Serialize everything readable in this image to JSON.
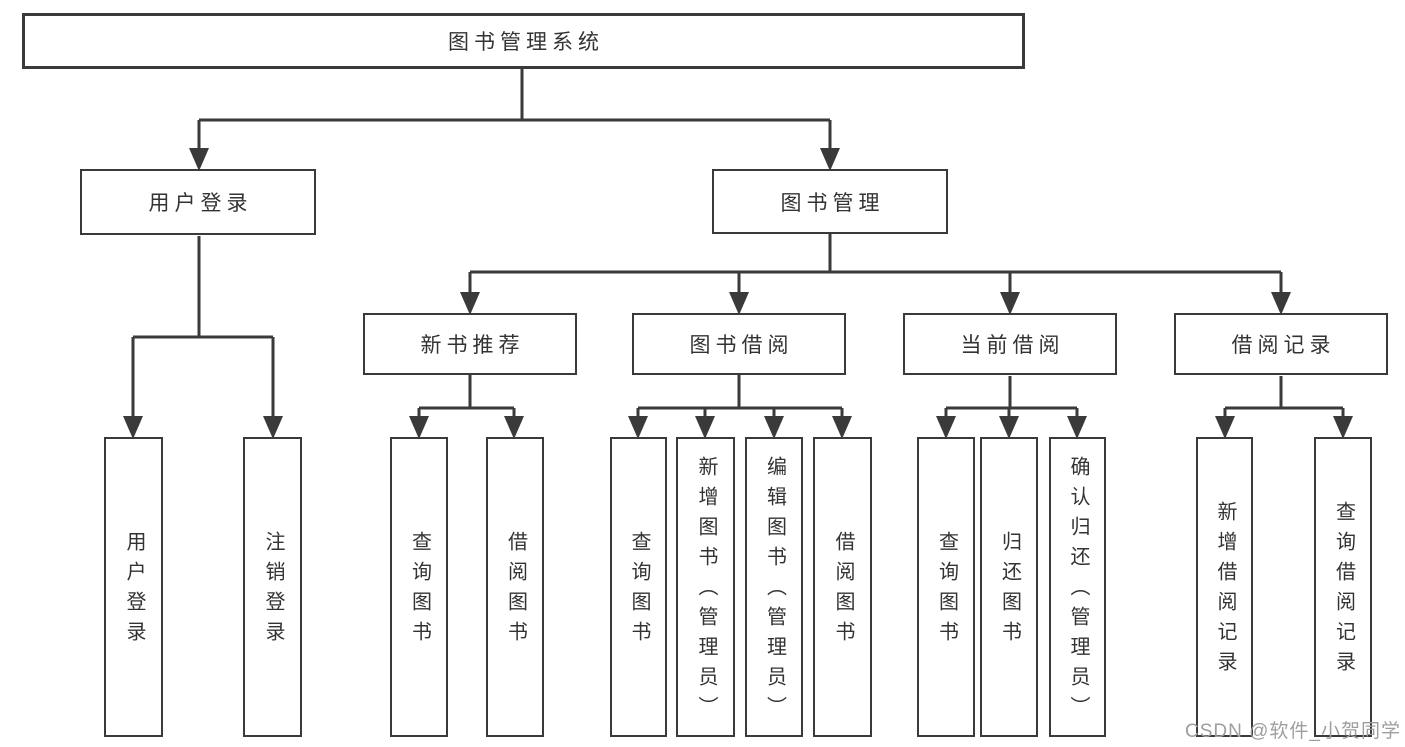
{
  "diagram_title": "图书管理系统",
  "nodes": {
    "root": {
      "label": "图书管理系统"
    },
    "user_login": {
      "label": "用户登录",
      "children": {
        "login": {
          "label": "用户登录"
        },
        "logout": {
          "label": "注销登录"
        }
      }
    },
    "book_mgmt": {
      "label": "图书管理",
      "children": {
        "new_book": {
          "label": "新书推荐",
          "children": {
            "query": {
              "label": "查询图书"
            },
            "borrow": {
              "label": "借阅图书"
            }
          }
        },
        "borrowing": {
          "label": "图书借阅",
          "children": {
            "query": {
              "label": "查询图书"
            },
            "add": {
              "label": "新增图书（管理员）"
            },
            "edit": {
              "label": "编辑图书（管理员）"
            },
            "borrow": {
              "label": "借阅图书"
            }
          }
        },
        "current": {
          "label": "当前借阅",
          "children": {
            "query": {
              "label": "查询图书"
            },
            "return": {
              "label": "归还图书"
            },
            "confirm": {
              "label": "确认归还（管理员）"
            }
          }
        },
        "records": {
          "label": "借阅记录",
          "children": {
            "add": {
              "label": "新增借阅记录"
            },
            "query": {
              "label": "查询借阅记录"
            }
          }
        }
      }
    }
  },
  "watermark": {
    "text": "CSDN @软件_小贺同学"
  },
  "colors": {
    "line": "#3a3a3a",
    "text": "#333333",
    "watermark": "#9e9e9e",
    "background": "#ffffff"
  }
}
